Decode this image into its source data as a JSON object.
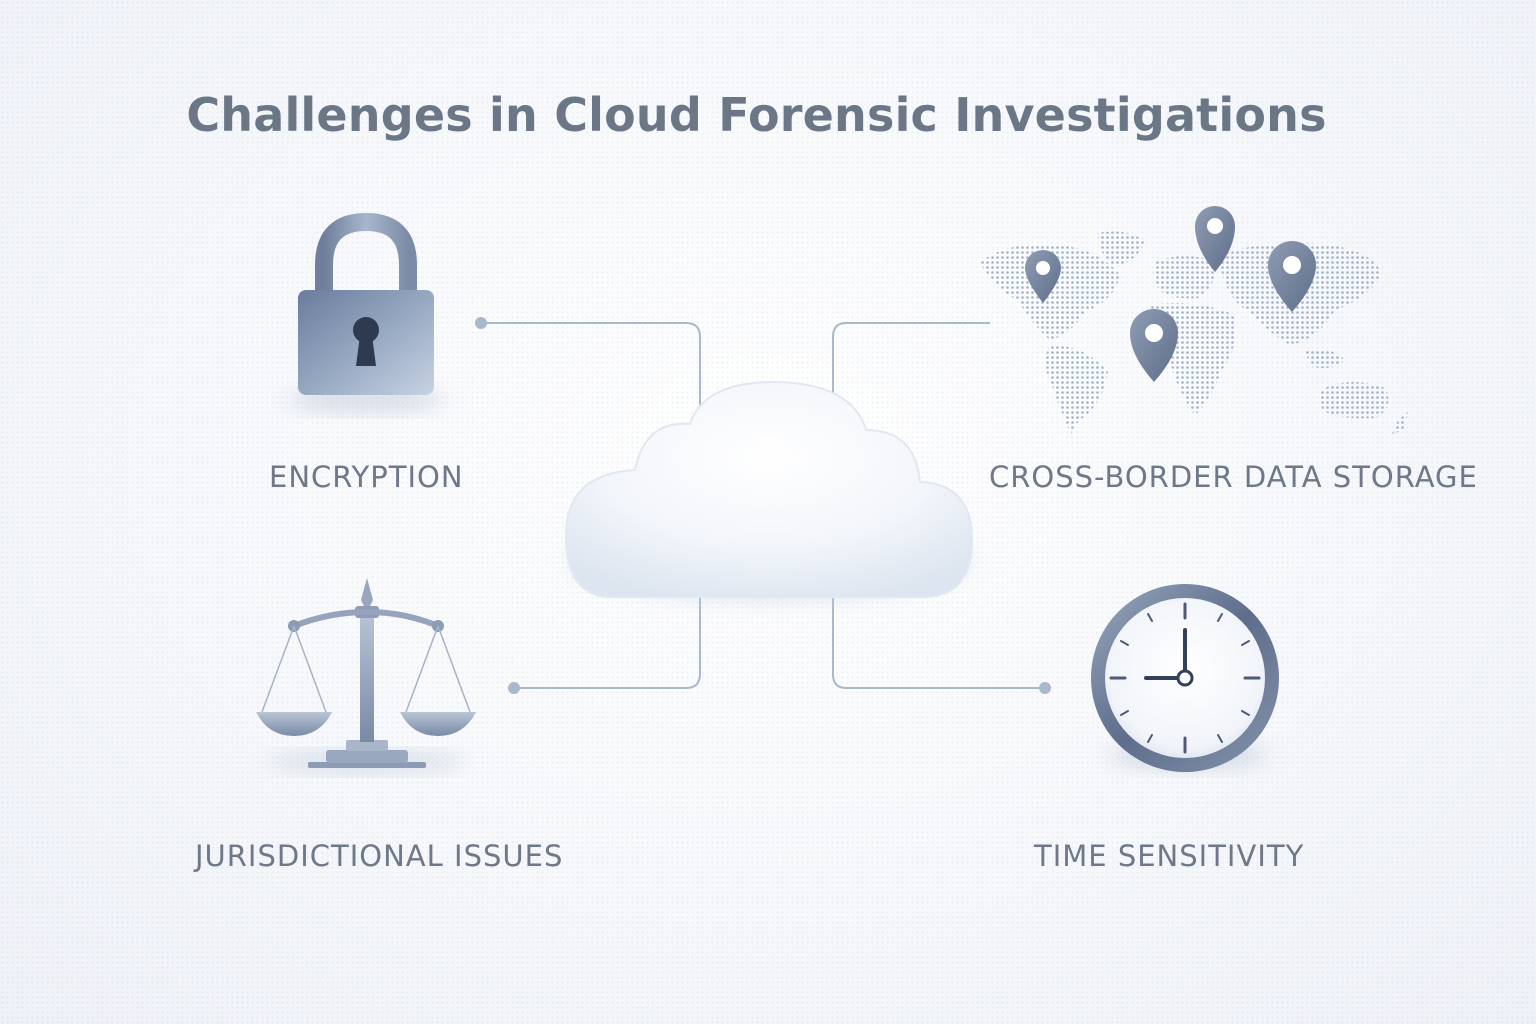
{
  "title": "Challenges in Cloud Forensic Investigations",
  "challenges": {
    "encryption": {
      "label": "ENCRYPTION",
      "icon": "padlock-icon"
    },
    "cross_border": {
      "label": "CROSS-BORDER DATA STORAGE",
      "icon": "world-map-pins-icon"
    },
    "jurisdictional": {
      "label": "JURISDICTIONAL ISSUES",
      "icon": "scales-of-justice-icon"
    },
    "time": {
      "label": "TIME SENSITIVITY",
      "icon": "clock-icon"
    }
  },
  "center_icon": "cloud-icon",
  "colors": {
    "title": "#6b7787",
    "label": "#6e7889",
    "connector": "#a9b8cc",
    "icon_dark": "#5b6b8a",
    "icon_light": "#c9d4e4"
  }
}
